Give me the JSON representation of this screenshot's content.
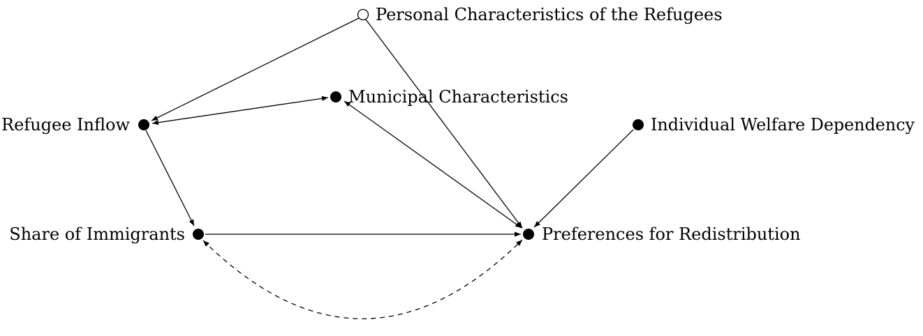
{
  "diagram": {
    "nodes": [
      {
        "id": "personal",
        "label": "Personal Characteristics of the Refugees",
        "observed": false
      },
      {
        "id": "municipal",
        "label": "Municipal Characteristics",
        "observed": true
      },
      {
        "id": "refugee",
        "label": "Refugee Inflow",
        "observed": true
      },
      {
        "id": "welfare",
        "label": "Individual Welfare Dependency",
        "observed": true
      },
      {
        "id": "share",
        "label": "Share of Immigrants",
        "observed": true
      },
      {
        "id": "prefs",
        "label": "Preferences for Redistribution",
        "observed": true
      }
    ],
    "edges": [
      {
        "from": "personal",
        "to": "refugee",
        "style": "directed"
      },
      {
        "from": "personal",
        "to": "prefs",
        "style": "directed"
      },
      {
        "from": "refugee",
        "to": "municipal",
        "style": "bidirected"
      },
      {
        "from": "municipal",
        "to": "prefs",
        "style": "bidirected"
      },
      {
        "from": "welfare",
        "to": "prefs",
        "style": "directed"
      },
      {
        "from": "refugee",
        "to": "share",
        "style": "directed"
      },
      {
        "from": "share",
        "to": "prefs",
        "style": "directed"
      },
      {
        "from": "share",
        "to": "prefs",
        "style": "bidirected-dashed-curve"
      }
    ]
  }
}
